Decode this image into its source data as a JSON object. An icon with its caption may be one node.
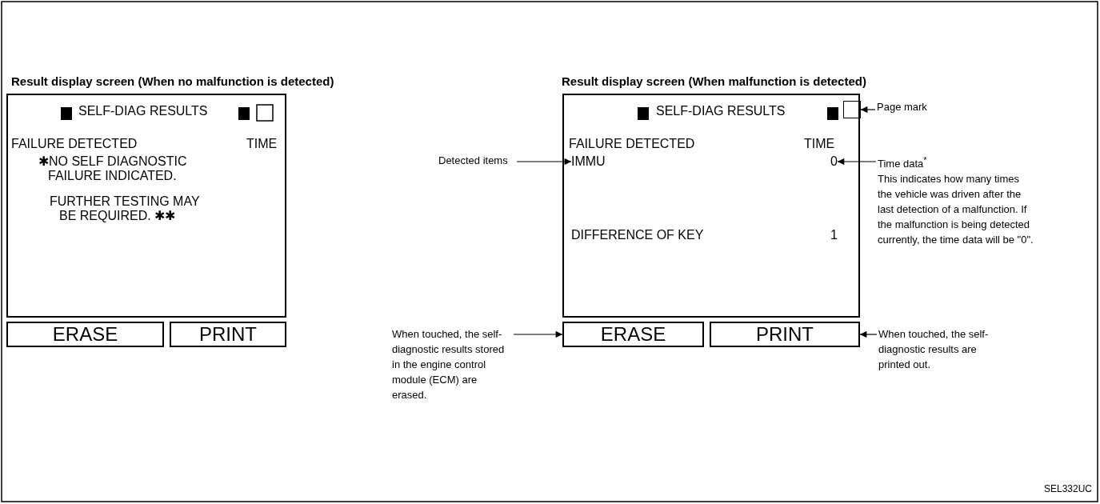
{
  "diagram": {
    "nodes": [
      {
        "text": [
          "Result display screen (When no malfunction is detected)",
          "SELF-DIAG RESULTS",
          "FAILURE DETECTED",
          "TIME",
          "✱NO SELF DIAGNOSTIC FAILURE INDICATED.",
          "FURTHER TESTING MAY BE REQUIRED. ✱✱"
        ]
      },
      {
        "text": [
          "ERASE"
        ]
      },
      {
        "text": [
          "PRINT"
        ]
      },
      {
        "text": [
          "Result display screen (When malfunction is detected)",
          "SELF-DIAG RESULTS",
          "FAILURE DETECTED",
          "TIME",
          "DIFFERENCE OF KEY",
          "1"
        ]
      },
      {
        "text": [
          "IMMU"
        ],
        "in": 3
      },
      {
        "text": [
          "0"
        ],
        "in": 3
      },
      {
        "text": [],
        "shape": "box",
        "in": 3
      },
      {
        "text": [
          "Page mark"
        ]
      },
      {
        "text": [
          "Detected items"
        ]
      },
      {
        "text": [
          "Time data$^{*}$",
          "This indicates how many times the vehicle was driven after the last detection of a malfunction. If the malfunction is being detected currently, the time data will be \"0\"."
        ]
      },
      {
        "text": [
          "ERASE"
        ]
      },
      {
        "text": [
          "PRINT"
        ]
      },
      {
        "text": [
          "When touched, the self-diagnostic results stored in the engine control module (ECM) are erased."
        ]
      },
      {
        "text": [
          "When touched, the self-diagnostic results are printed out."
        ]
      }
    ],
    "edges": [
      {
        "from": 7,
        "to": 6,
        "arrow": "to"
      },
      {
        "from": 8,
        "to": 4,
        "arrow": "to"
      },
      {
        "from": 9,
        "to": 5,
        "arrow": "to"
      },
      {
        "from": 12,
        "to": 10,
        "arrow": "to"
      },
      {
        "from": 13,
        "to": 11,
        "arrow": "to"
      }
    ],
    "labels": [
      "SEL332UC"
    ]
  }
}
